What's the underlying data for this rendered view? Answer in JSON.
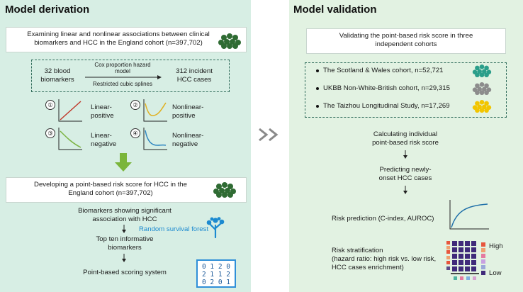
{
  "left": {
    "title": "Model derivation",
    "box1": {
      "line1": "Examining linear and nonlinear associations between clinical",
      "line2": "biomarkers and HCC in the England cohort (n=397,702)"
    },
    "cox": {
      "left1": "32 blood",
      "left2": "biomarkers",
      "top1": "Cox proportion hazard",
      "top2": "model",
      "bottom": "Restricted cubic splines",
      "right1": "312 incident",
      "right2": "HCC cases"
    },
    "patterns": [
      {
        "num": "①",
        "line1": "Linear-",
        "line2": "positive",
        "color": "#c0392b"
      },
      {
        "num": "②",
        "line1": "Nonlinear-",
        "line2": "positive",
        "color": "#e0b020"
      },
      {
        "num": "③",
        "line1": "Linear-",
        "line2": "negative",
        "color": "#7cb342"
      },
      {
        "num": "④",
        "line1": "Nonlinear-",
        "line2": "negative",
        "color": "#2e86c1"
      }
    ],
    "box2": {
      "line1": "Developing a point-based risk score for HCC in the",
      "line2": "England cohort (n=397,702)"
    },
    "step1": {
      "line1": "Biomarkers showing significant",
      "line2": "association with HCC"
    },
    "rsf": "Random survival forest",
    "step2": {
      "line1": "Top ten informative",
      "line2": "biomarkers"
    },
    "step3": "Point-based scoring system",
    "score_grid": [
      "0 1 2 0",
      "2 1 1 2",
      "0 2 0 1"
    ]
  },
  "right": {
    "title": "Model validation",
    "box1": {
      "line1": "Validating the point-based risk score in three",
      "line2": "independent cohorts"
    },
    "cohorts": [
      {
        "label": "The Scotland & Wales cohort, n=52,721",
        "color": "#2b9e8a"
      },
      {
        "label": "UKBB Non-White-British cohort, n=29,315",
        "color": "#8c8c8c"
      },
      {
        "label": "The Taizhou Longitudinal Study, n=17,269",
        "color": "#f2c500"
      }
    ],
    "step1": {
      "line1": "Calculating individual",
      "line2": "point-based risk score"
    },
    "step2": {
      "line1": "Predicting newly-",
      "line2": "onset HCC cases"
    },
    "prediction": "Risk prediction (C-index, AUROC)",
    "strat": {
      "line1": "Risk stratification",
      "line2": "(hazard ratio: high risk vs. low risk,",
      "line3": "HCC cases enrichment)"
    },
    "high": "High",
    "low": "Low"
  },
  "colors": {
    "dark_green": "#2f6b33",
    "arrow_green": "#7ab53a",
    "accent_blue": "#1c8ad0",
    "heat_purple": "#3f2a7a"
  },
  "icons": [
    "population-icon",
    "tree-icon",
    "score-grid-icon",
    "curve-icon",
    "heatmap-icon",
    "chevron-right-icon"
  ]
}
